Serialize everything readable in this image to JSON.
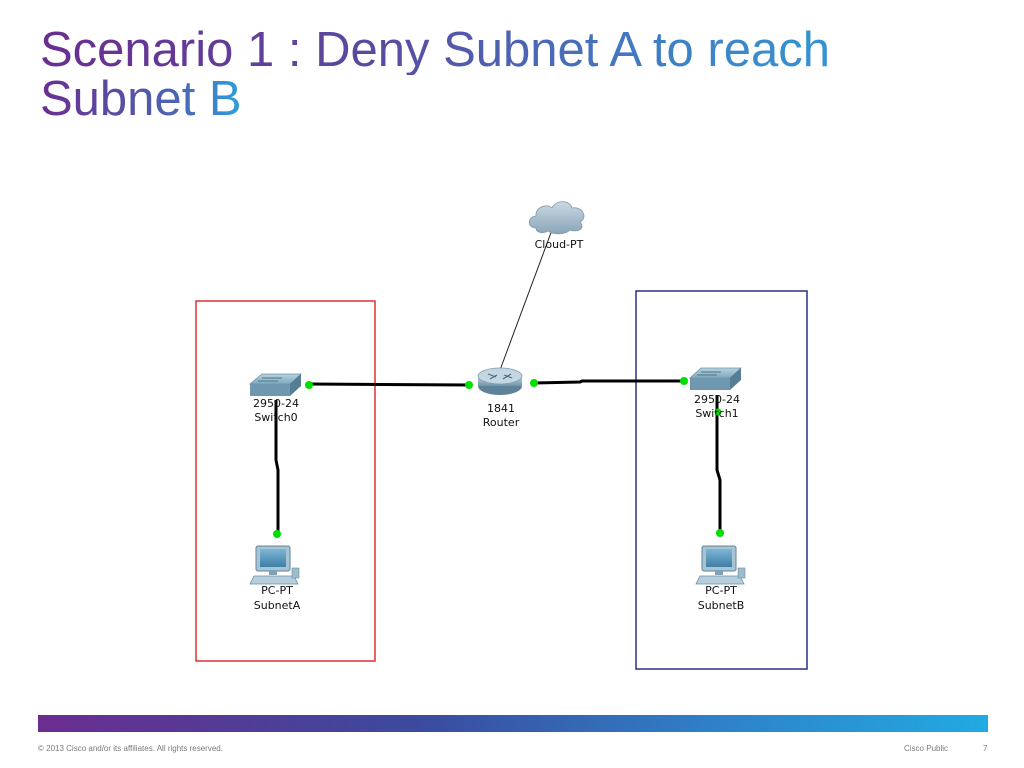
{
  "slide": {
    "title_line1": "Scenario 1 : Deny Subnet A to reach",
    "title_line2": "Subnet B",
    "copyright": "© 2013 Cisco and/or its affiliates. All rights reserved.",
    "classification": "Cisco Public",
    "page_number": "7"
  },
  "devices": {
    "cloud": {
      "label": "Cloud-PT",
      "icon": "cloud-icon"
    },
    "router": {
      "model": "1841",
      "label": "Router",
      "icon": "router-icon"
    },
    "switch0": {
      "model": "2950-24",
      "label": "Switch0",
      "icon": "switch-icon"
    },
    "switch1": {
      "model": "2950-24",
      "label": "Switch1",
      "icon": "switch-icon"
    },
    "pc_a": {
      "model": "PC-PT",
      "label": "SubnetA",
      "icon": "pc-icon"
    },
    "pc_b": {
      "model": "PC-PT",
      "label": "SubnetB",
      "icon": "pc-icon"
    }
  },
  "colors": {
    "subnet_a_border": "#e03030",
    "subnet_b_border": "#2a2f8a",
    "link_up": "#00e000",
    "accent_purple": "#6b2d8f",
    "accent_blue": "#29a9e0"
  }
}
